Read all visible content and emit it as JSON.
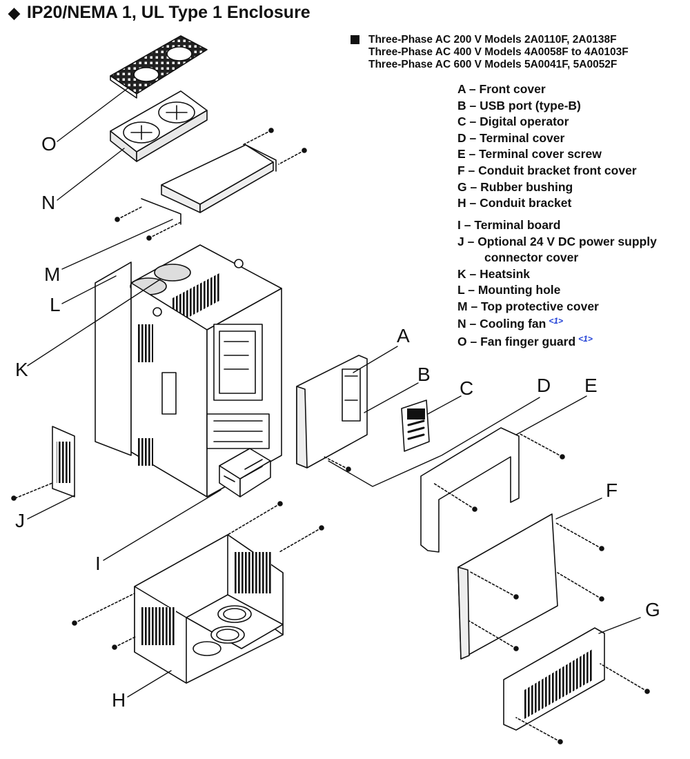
{
  "title": "IP20/NEMA 1, UL Type 1 Enclosure",
  "model_lines": [
    "Three-Phase AC 200 V Models 2A0110F, 2A0138F",
    "Three-Phase AC 400 V Models 4A0058F to 4A0103F",
    "Three-Phase AC 600 V Models 5A0041F, 5A0052F"
  ],
  "legend": [
    {
      "key": "A",
      "text": "A – Front cover"
    },
    {
      "key": "B",
      "text": "B – USB port (type-B)"
    },
    {
      "key": "C",
      "text": "C – Digital operator"
    },
    {
      "key": "D",
      "text": "D – Terminal cover"
    },
    {
      "key": "E",
      "text": "E – Terminal cover screw"
    },
    {
      "key": "F",
      "text": "F – Conduit bracket front cover"
    },
    {
      "key": "G",
      "text": "G – Rubber bushing"
    },
    {
      "key": "H",
      "text": "H – Conduit bracket"
    },
    {
      "key": "I",
      "text": "I –  Terminal board"
    },
    {
      "key": "J",
      "text": "J – Optional 24 V DC power supply"
    },
    {
      "key": "J2",
      "text": "connector cover"
    },
    {
      "key": "K",
      "text": "K – Heatsink"
    },
    {
      "key": "L",
      "text": "L – Mounting hole"
    },
    {
      "key": "M",
      "text": "M – Top protective cover"
    },
    {
      "key": "N",
      "text": "N – Cooling fan",
      "note": "<1>"
    },
    {
      "key": "O",
      "text": "O – Fan finger guard",
      "note": "<1>"
    }
  ],
  "callouts": [
    "A",
    "B",
    "C",
    "D",
    "E",
    "F",
    "G",
    "H",
    "I",
    "J",
    "K",
    "L",
    "M",
    "N",
    "O"
  ],
  "colors": {
    "line": "#111111",
    "note": "#1f3fd6"
  }
}
